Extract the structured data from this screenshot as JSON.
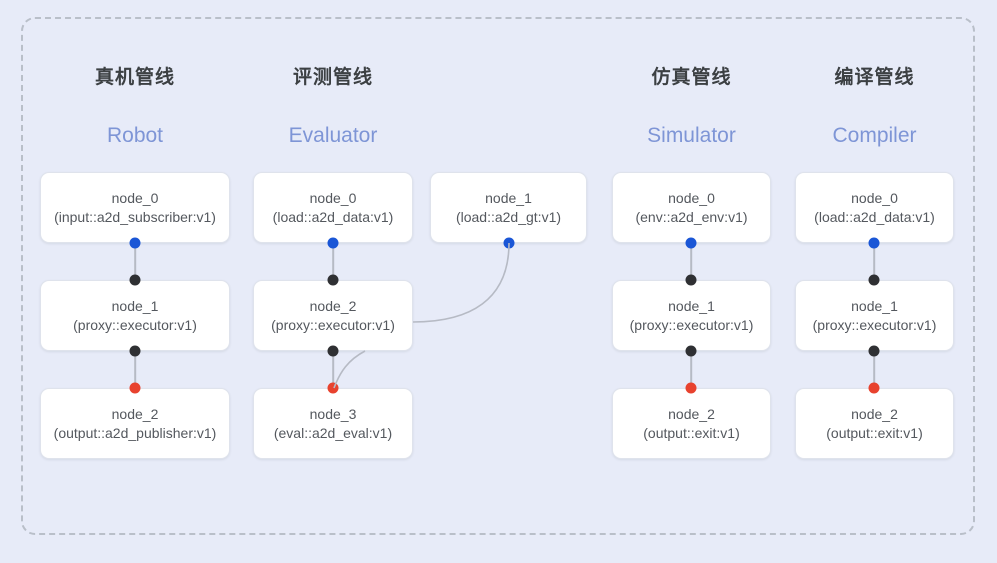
{
  "diagram": {
    "title_visible": false,
    "background_color": "#e7ebf8",
    "frame_style": "dashed",
    "frame_color": "#b9bfc9",
    "port_colors": {
      "source": "#1a56d6",
      "relay": "#2f3033",
      "sink": "#e8422e",
      "edge_line": "#b6bac4"
    }
  },
  "columns": [
    {
      "title": "真机管线",
      "subtitle": "Robot",
      "nodes": [
        {
          "id": "node_0",
          "type": "(input::a2d_subscriber:v1)"
        },
        {
          "id": "node_1",
          "type": "(proxy::executor:v1)"
        },
        {
          "id": "node_2",
          "type": "(output::a2d_publisher:v1)"
        }
      ]
    },
    {
      "title": "评测管线",
      "subtitle": "Evaluator",
      "nodes": [
        {
          "id": "node_0",
          "type": "(load::a2d_data:v1)"
        },
        {
          "id": "node_1",
          "type": "(load::a2d_gt:v1)"
        },
        {
          "id": "node_2",
          "type": "(proxy::executor:v1)"
        },
        {
          "id": "node_3",
          "type": "(eval::a2d_eval:v1)"
        }
      ]
    },
    {
      "title": "仿真管线",
      "subtitle": "Simulator",
      "nodes": [
        {
          "id": "node_0",
          "type": "(env::a2d_env:v1)"
        },
        {
          "id": "node_1",
          "type": "(proxy::executor:v1)"
        },
        {
          "id": "node_2",
          "type": "(output::exit:v1)"
        }
      ]
    },
    {
      "title": "编译管线",
      "subtitle": "Compiler",
      "nodes": [
        {
          "id": "node_0",
          "type": "(load::a2d_data:v1)"
        },
        {
          "id": "node_1",
          "type": "(proxy::executor:v1)"
        },
        {
          "id": "node_2",
          "type": "(output::exit:v1)"
        }
      ]
    }
  ]
}
